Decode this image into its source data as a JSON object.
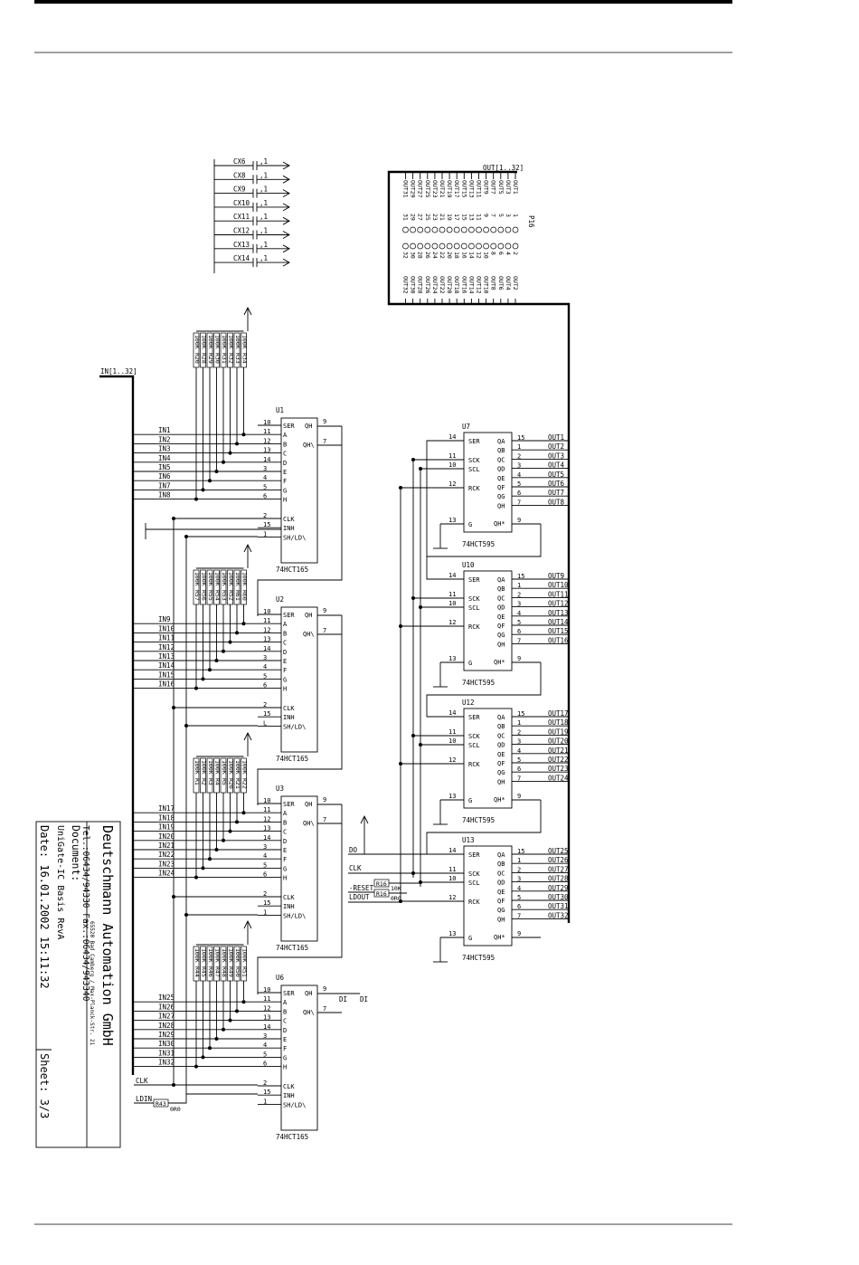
{
  "page": {
    "rule_color": "#000000"
  },
  "titleblock": {
    "company": "Deutschmann Automation GmbH",
    "address": "65520 Bad Camberg / Max-Planck-Str. 21",
    "phone": "Tel.:06434/94330 Fax.:06434/943340",
    "document_label": "Document:",
    "document": "UniGate-IC Basis RevA",
    "date": "Date: 16.01.2002 15:11:32",
    "sheet": "Sheet: 3/3"
  },
  "caps": [
    {
      "name": "CX6",
      "val": "1"
    },
    {
      "name": "CX8",
      "val": "1"
    },
    {
      "name": "CX9",
      "val": "1"
    },
    {
      "name": "CX10",
      "val": "1"
    },
    {
      "name": "CX11",
      "val": "1"
    },
    {
      "name": "CX12",
      "val": "1"
    },
    {
      "name": "CX13",
      "val": "1"
    },
    {
      "name": "CX14",
      "val": "1"
    }
  ],
  "buses": {
    "in": "IN[1..32]",
    "out": "OUT[1..32]"
  },
  "connector": {
    "ref": "P16",
    "odd_nets": [
      "OUT1",
      "OUT3",
      "OUT5",
      "OUT7",
      "OUT9",
      "OUT11",
      "OUT13",
      "OUT15",
      "OUT17",
      "OUT19",
      "OUT21",
      "OUT23",
      "OUT25",
      "OUT27",
      "OUT29",
      "OUT31"
    ],
    "even_nets": [
      "OUT2",
      "OUT4",
      "OUT6",
      "OUT8",
      "OUT10",
      "OUT12",
      "OUT14",
      "OUT16",
      "OUT18",
      "OUT20",
      "OUT22",
      "OUT24",
      "OUT26",
      "OUT28",
      "OUT30",
      "OUT32"
    ],
    "odd_pins": [
      "1",
      "3",
      "5",
      "7",
      "9",
      "11",
      "13",
      "15",
      "17",
      "19",
      "21",
      "23",
      "25",
      "27",
      "29",
      "31"
    ],
    "even_pins": [
      "2",
      "4",
      "6",
      "8",
      "10",
      "12",
      "14",
      "16",
      "18",
      "20",
      "22",
      "24",
      "26",
      "28",
      "30",
      "32"
    ]
  },
  "in_pins": [
    {
      "label": "SER",
      "num": "10"
    },
    {
      "label": "A",
      "num": "11"
    },
    {
      "label": "B",
      "num": "12"
    },
    {
      "label": "C",
      "num": "13"
    },
    {
      "label": "D",
      "num": "14"
    },
    {
      "label": "E",
      "num": "3"
    },
    {
      "label": "F",
      "num": "4"
    },
    {
      "label": "G",
      "num": "5"
    },
    {
      "label": "H",
      "num": "6"
    }
  ],
  "in_ctrl": [
    {
      "label": "CLK",
      "num": "2"
    },
    {
      "label": "INH",
      "num": "15"
    },
    {
      "label": "SH/LD\\",
      "num": "1"
    }
  ],
  "in_out_pins": [
    {
      "label": "QH",
      "num": "9"
    },
    {
      "label": "QH\\",
      "num": "7"
    }
  ],
  "in_chip_type": "74HCT165",
  "in_chips": [
    {
      "ref": "U1",
      "inputs": [
        "IN1",
        "IN2",
        "IN3",
        "IN4",
        "IN5",
        "IN6",
        "IN7",
        "IN8"
      ],
      "resistors": [
        {
          "ref": "R20",
          "val": "100K"
        },
        {
          "ref": "R28",
          "val": "100K"
        },
        {
          "ref": "R29",
          "val": "100K"
        },
        {
          "ref": "R30",
          "val": "100K"
        },
        {
          "ref": "R31",
          "val": "100K"
        },
        {
          "ref": "R32",
          "val": "100K"
        },
        {
          "ref": "R33",
          "val": "100K"
        },
        {
          "ref": "R34",
          "val": "100K"
        }
      ]
    },
    {
      "ref": "U2",
      "inputs": [
        "IN9",
        "IN10",
        "IN11",
        "IN12",
        "IN13",
        "IN14",
        "IN15",
        "IN16"
      ],
      "resistors": [
        {
          "ref": "R57",
          "val": "100K"
        },
        {
          "ref": "R56",
          "val": "100K"
        },
        {
          "ref": "R55",
          "val": "100K"
        },
        {
          "ref": "R54",
          "val": "100K"
        },
        {
          "ref": "R53",
          "val": "100K"
        },
        {
          "ref": "R52",
          "val": "100K"
        },
        {
          "ref": "R61",
          "val": "100K"
        },
        {
          "ref": "R60",
          "val": "100K"
        }
      ]
    },
    {
      "ref": "U3",
      "inputs": [
        "IN17",
        "IN18",
        "IN19",
        "IN20",
        "IN21",
        "IN22",
        "IN23",
        "IN24"
      ],
      "resistors": [
        {
          "ref": "R1",
          "val": "100K"
        },
        {
          "ref": "R2",
          "val": "100K"
        },
        {
          "ref": "R3",
          "val": "100K"
        },
        {
          "ref": "R4",
          "val": "100K"
        },
        {
          "ref": "R5",
          "val": "100K"
        },
        {
          "ref": "R20",
          "val": "100K"
        },
        {
          "ref": "R21",
          "val": "100K"
        },
        {
          "ref": "R22",
          "val": "100K"
        }
      ]
    },
    {
      "ref": "U6",
      "inputs": [
        "IN25",
        "IN26",
        "IN27",
        "IN28",
        "IN29",
        "IN30",
        "IN31",
        "IN32"
      ],
      "resistors": [
        {
          "ref": "R44",
          "val": "100K"
        },
        {
          "ref": "R45",
          "val": "100K"
        },
        {
          "ref": "R46",
          "val": "100K"
        },
        {
          "ref": "R47",
          "val": "100K"
        },
        {
          "ref": "R48",
          "val": "100K"
        },
        {
          "ref": "R49",
          "val": "100K"
        },
        {
          "ref": "R50",
          "val": "100K"
        },
        {
          "ref": "R51",
          "val": "100K"
        }
      ]
    }
  ],
  "out_pins_left": [
    {
      "label": "SER",
      "num": "14"
    },
    {
      "label": "SCK",
      "num": "11"
    },
    {
      "label": "SCL",
      "num": "10"
    },
    {
      "label": "RCK",
      "num": "12"
    },
    {
      "label": "G",
      "num": "13"
    }
  ],
  "out_pins_right": [
    {
      "label": "QA",
      "num": "15"
    },
    {
      "label": "QB",
      "num": "1"
    },
    {
      "label": "QC",
      "num": "2"
    },
    {
      "label": "QD",
      "num": "3"
    },
    {
      "label": "QE",
      "num": "4"
    },
    {
      "label": "QF",
      "num": "5"
    },
    {
      "label": "QG",
      "num": "6"
    },
    {
      "label": "QH",
      "num": "7"
    }
  ],
  "out_qh_star": {
    "label": "QH*",
    "num": "9"
  },
  "out_chip_type": "74HCT595",
  "out_chips": [
    {
      "ref": "U7",
      "outputs": [
        "OUT1",
        "OUT2",
        "OUT3",
        "OUT4",
        "OUT5",
        "OUT6",
        "OUT7",
        "OUT8"
      ]
    },
    {
      "ref": "U10",
      "outputs": [
        "OUT9",
        "OUT10",
        "OUT11",
        "OUT12",
        "OUT13",
        "OUT14",
        "OUT15",
        "OUT16"
      ]
    },
    {
      "ref": "U12",
      "outputs": [
        "OUT17",
        "OUT18",
        "OUT19",
        "OUT20",
        "OUT21",
        "OUT22",
        "OUT23",
        "OUT24"
      ]
    },
    {
      "ref": "U13",
      "outputs": [
        "OUT25",
        "OUT26",
        "OUT27",
        "OUT28",
        "OUT29",
        "OUT30",
        "OUT31",
        "OUT32"
      ]
    }
  ],
  "signals": {
    "do": "DO",
    "clk": "CLK",
    "reset": "-RESET",
    "ldout": "LDOUT",
    "di": "DI",
    "clk2": "CLK",
    "ldin": "LDIN",
    "shld_u2": "L"
  },
  "small_res": [
    {
      "ref": "R16",
      "val": "10K"
    },
    {
      "ref": "R16",
      "val": "0R0"
    },
    {
      "ref": "R43",
      "val": "0R0"
    }
  ]
}
